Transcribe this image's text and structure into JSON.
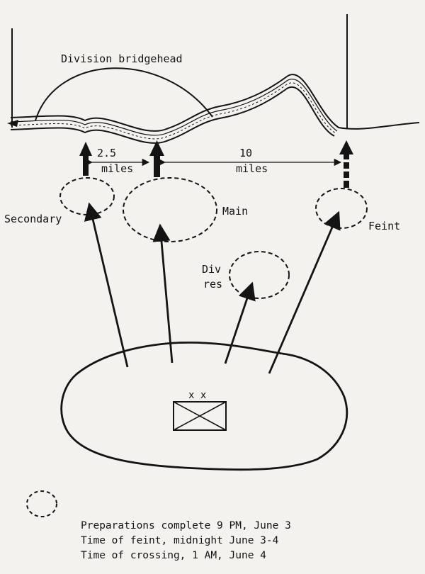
{
  "labels": {
    "bridgehead": "Division bridgehead",
    "secondary": "Secondary",
    "main": "Main",
    "feint": "Feint",
    "div_reserve_line1": "Div",
    "div_reserve_line2": "res",
    "distance_1_value": "2.5",
    "distance_1_unit": "miles",
    "distance_2_value": "10",
    "distance_2_unit": "miles",
    "division_symbol_mark": "x x"
  },
  "notes": [
    "Preparations complete 9 PM, June 3",
    "Time of feint, midnight June 3-4",
    "Time of crossing, 1 AM, June 4"
  ],
  "colors": {
    "ink": "#141414",
    "paper": "#f4f2ee"
  }
}
